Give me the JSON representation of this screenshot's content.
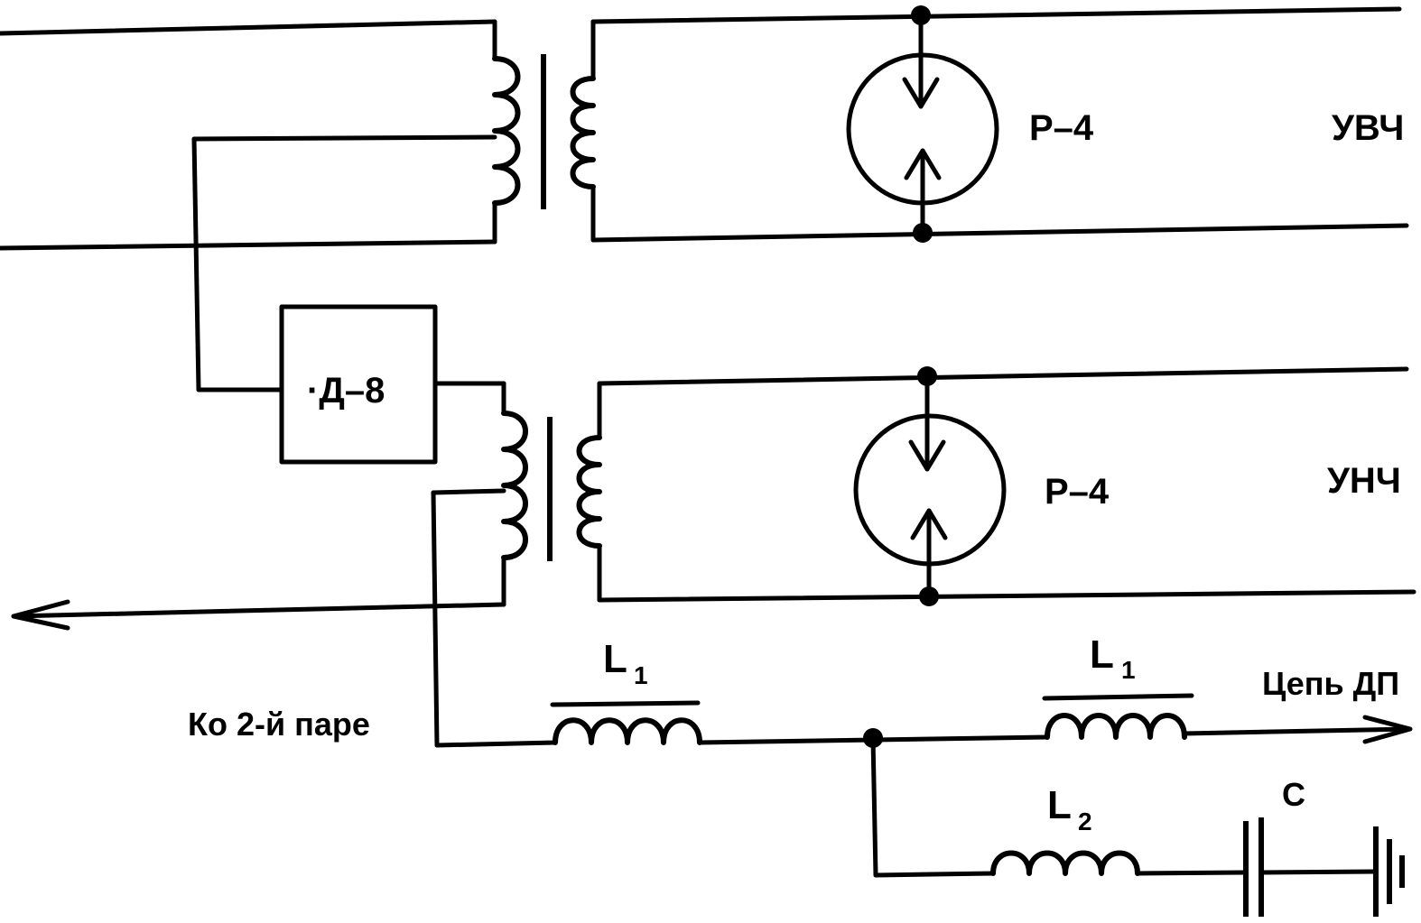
{
  "labels": {
    "arrester_top": "Р–4",
    "arrester_bottom": "Р–4",
    "amp_top": "УВЧ",
    "amp_bottom": "УНЧ",
    "block": "·Д–8",
    "to_second_pair": "Ко 2-й паре",
    "dp_chain": "Цепь ДП",
    "inductor_a": "L",
    "inductor_a_sub": "1",
    "inductor_b": "L",
    "inductor_b_sub": "1",
    "inductor_c": "L",
    "inductor_c_sub": "2",
    "capacitor": "C"
  }
}
